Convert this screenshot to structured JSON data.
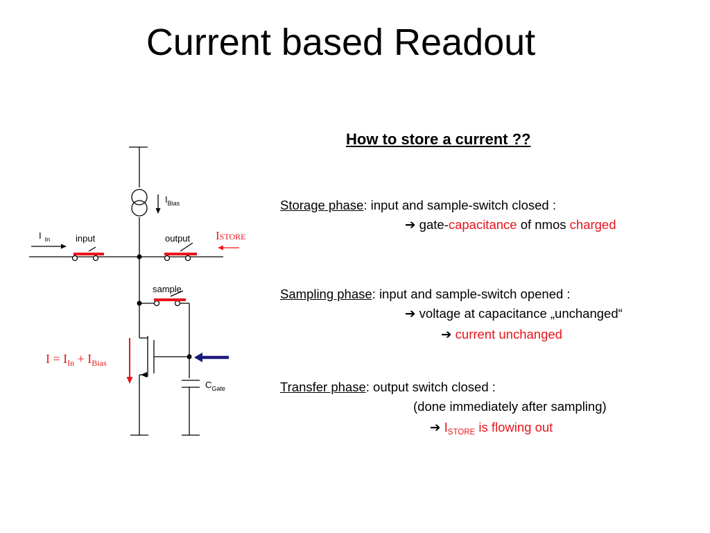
{
  "slide": {
    "title": "Current based Readout",
    "subheading": "How to store a current ??"
  },
  "diagram": {
    "i_bias": {
      "main": "I",
      "sub": "Bias"
    },
    "i_in": {
      "main": "I",
      "sub": "In"
    },
    "i_store": {
      "main": "I",
      "sub": "STORE"
    },
    "switch_input": "input",
    "switch_output": "output",
    "switch_sample": "sample",
    "c_gate": {
      "main": "C",
      "sub": "Gate"
    },
    "equation": {
      "lhs": "I = I",
      "sub1": "In",
      "plus": " + I",
      "sub2": "Bias"
    },
    "colors": {
      "switch": "#e8141b",
      "arrow_red": "#e8141b",
      "arrow_blue": "#1b1a7a"
    }
  },
  "phases": {
    "storage": {
      "name": "Storage phase",
      "desc": ":  input and sample-switch closed :",
      "result_arrow": "➔",
      "result_prefix": " gate-",
      "result_red1": "capacitance",
      "result_mid": " of nmos ",
      "result_red2": "charged"
    },
    "sampling": {
      "name": "Sampling phase",
      "desc": ": input and sample-switch opened :",
      "result1_arrow": "➔",
      "result1": " voltage at capacitance „unchanged“",
      "result2_arrow": "➔",
      "result2_red": " current unchanged"
    },
    "transfer": {
      "name": "Transfer phase",
      "desc": ":   output switch closed :",
      "note": "(done immediately after sampling)",
      "result_arrow": "➔",
      "result_main": " I",
      "result_sub": "STORE",
      "result_rest": " is flowing out"
    }
  }
}
